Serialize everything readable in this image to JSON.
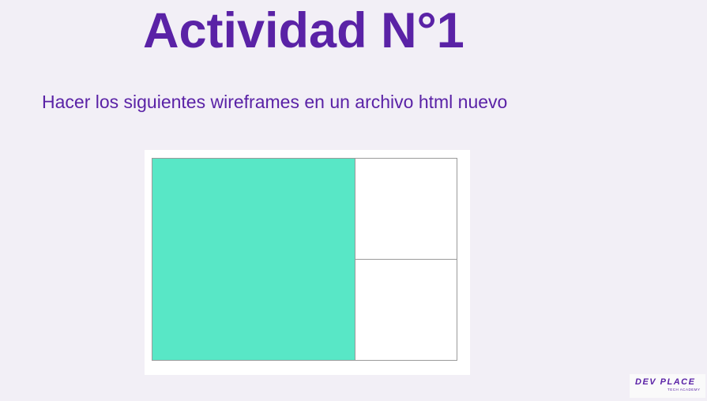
{
  "slide": {
    "title": "Actividad N°1",
    "subtitle": "Hacer los siguientes wireframes en un archivo html nuevo"
  },
  "wireframe": {
    "main_color": "#58e7c6",
    "border_color": "#9a9a9a"
  },
  "logo": {
    "main": "DEV PLACE",
    "sub": "TECH ACADEMY"
  },
  "colors": {
    "accent": "#5a22a6",
    "background": "#f2eff6"
  }
}
